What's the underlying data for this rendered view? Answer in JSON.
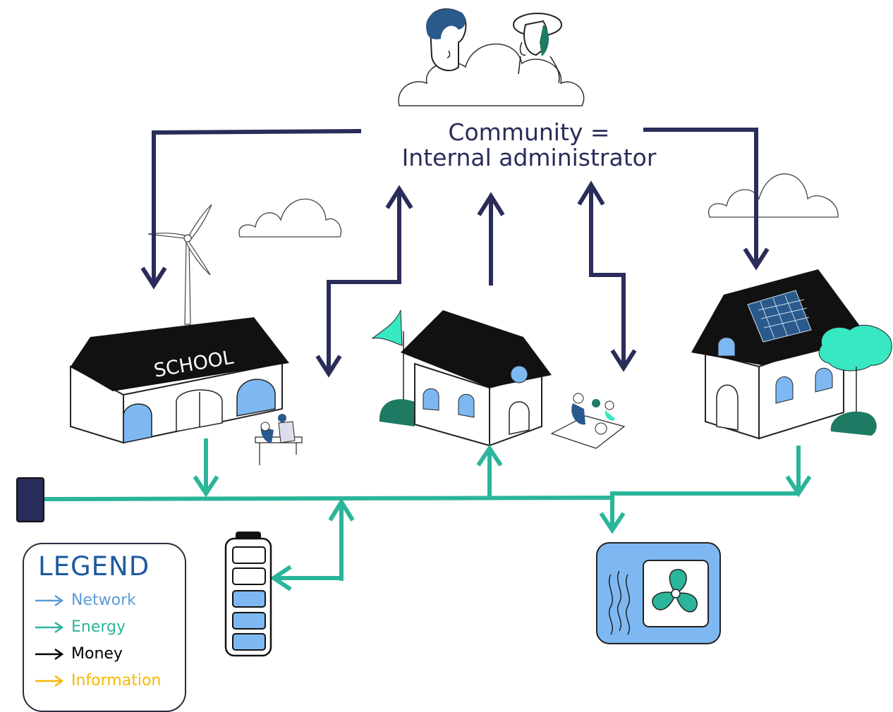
{
  "title": {
    "line1": "Community =",
    "line2": "Internal administrator"
  },
  "school_label": "SCHOOL",
  "legend": {
    "title": "LEGEND",
    "items": [
      {
        "label": "Network",
        "color": "#5b9bd5"
      },
      {
        "label": "Energy",
        "color": "#2bb59b"
      },
      {
        "label": "Money",
        "color": "#000000"
      },
      {
        "label": "Information",
        "color": "#f5b800"
      }
    ]
  },
  "colors": {
    "navy": "#2a2c5a",
    "teal": "#2bb59b",
    "light_blue": "#7eb8f2",
    "dark_green": "#1e7a63",
    "mint": "#38e8c2"
  }
}
